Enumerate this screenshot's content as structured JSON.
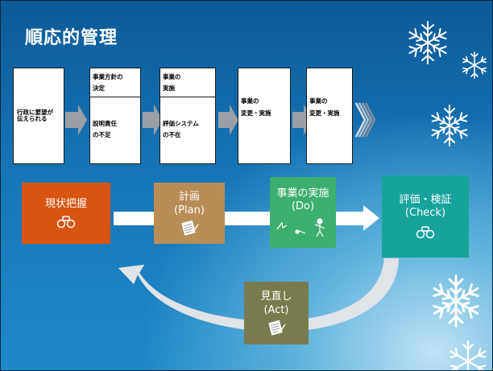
{
  "slide": {
    "title": "順応的管理"
  },
  "process": {
    "box1": {
      "text": "行政に要望が\n伝えられる"
    },
    "box2": {
      "top": "事業方針の\n決定",
      "bottom": "説明責任\nの不足"
    },
    "box3": {
      "top": "事業の\n実施",
      "bottom": "評価システム\nの不在"
    },
    "box4": {
      "text": "事業の\n変更・実施"
    },
    "box5": {
      "text": "事業の\n変更・実施"
    }
  },
  "cycle": {
    "step1": {
      "label": "現状把握",
      "icon": "binoculars-icon",
      "color": "#d95412"
    },
    "step2": {
      "label": "計画\n(Plan)",
      "icon": "notepad-icon",
      "color": "#b98d55"
    },
    "step3": {
      "label": "事業の実施\n(Do)",
      "icon": "worker-icons",
      "color": "#3cae6f"
    },
    "step4": {
      "label": "評価・検証\n(Check)",
      "icon": "binoculars-icon",
      "color": "#17a39a"
    },
    "step5": {
      "label": "見直し\n(Act)",
      "icon": "notepad-icon",
      "color": "#7a7a4f"
    }
  }
}
